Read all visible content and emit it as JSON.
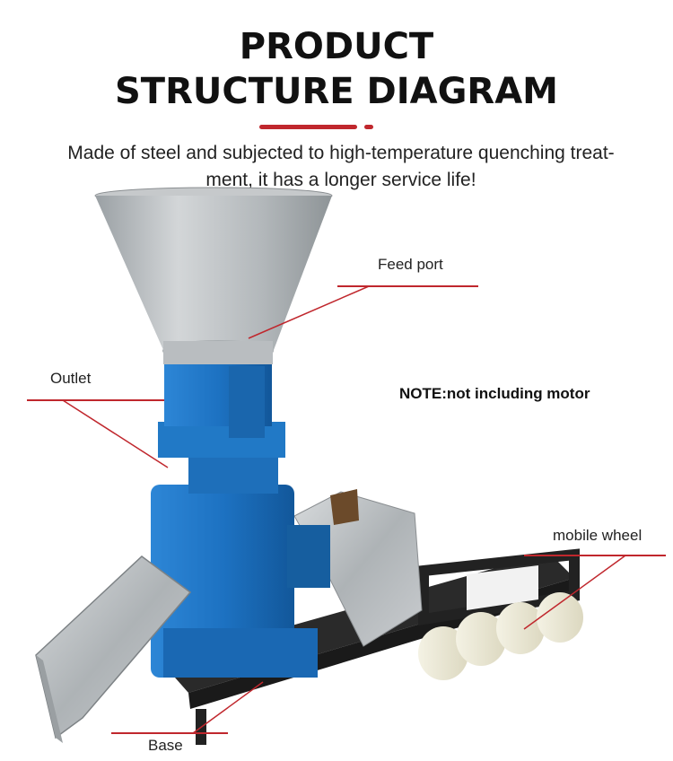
{
  "header": {
    "title_line1": "PRODUCT",
    "title_line2": "STRUCTURE DIAGRAM",
    "subtitle_line1": "Made of steel and subjected to high-temperature quenching treat-",
    "subtitle_line2": "ment, it has a longer service life!"
  },
  "labels": {
    "feed_port": "Feed port",
    "outlet": "Outlet",
    "mobile_wheel": "mobile wheel",
    "base": "Base"
  },
  "note": "NOTE:not including motor",
  "colors": {
    "accent_red": "#c0272d",
    "machine_blue": "#1a74c4",
    "steel": "#b8bcbf"
  }
}
